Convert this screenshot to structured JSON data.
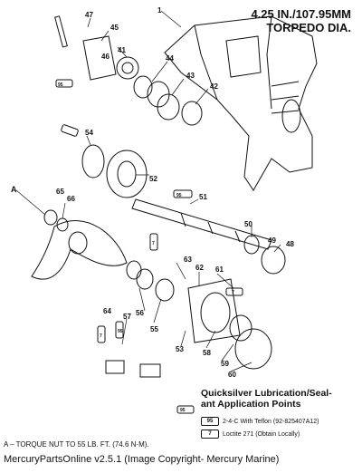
{
  "header": {
    "line1": "4.25 IN./107.95MM",
    "line2": "TORPEDO DIA."
  },
  "callouts": [
    "1",
    "47",
    "45",
    "46",
    "41",
    "44",
    "43",
    "42",
    "95",
    "54",
    "52",
    "95",
    "51",
    "A",
    "65",
    "66",
    "50",
    "48",
    "49",
    "7",
    "63",
    "62",
    "61",
    "7",
    "64",
    "56",
    "55",
    "57",
    "53",
    "58",
    "59",
    "60",
    "95",
    "7",
    "95"
  ],
  "legend": {
    "title": "Quicksilver Lubrication/Seal-\nant Application Points",
    "items": [
      {
        "badge": "95",
        "text": "2-4-C  With Teflon (92-825407A12)"
      },
      {
        "badge": "7",
        "text": "Loctite 271 (Obtain Locally)"
      }
    ]
  },
  "note": "A – TORQUE NUT TO 55 LB. FT. (74.6 N·M).",
  "footer": "MercuryPartsOnline v2.5.1 (Image Copyright- Mercury Marine)"
}
